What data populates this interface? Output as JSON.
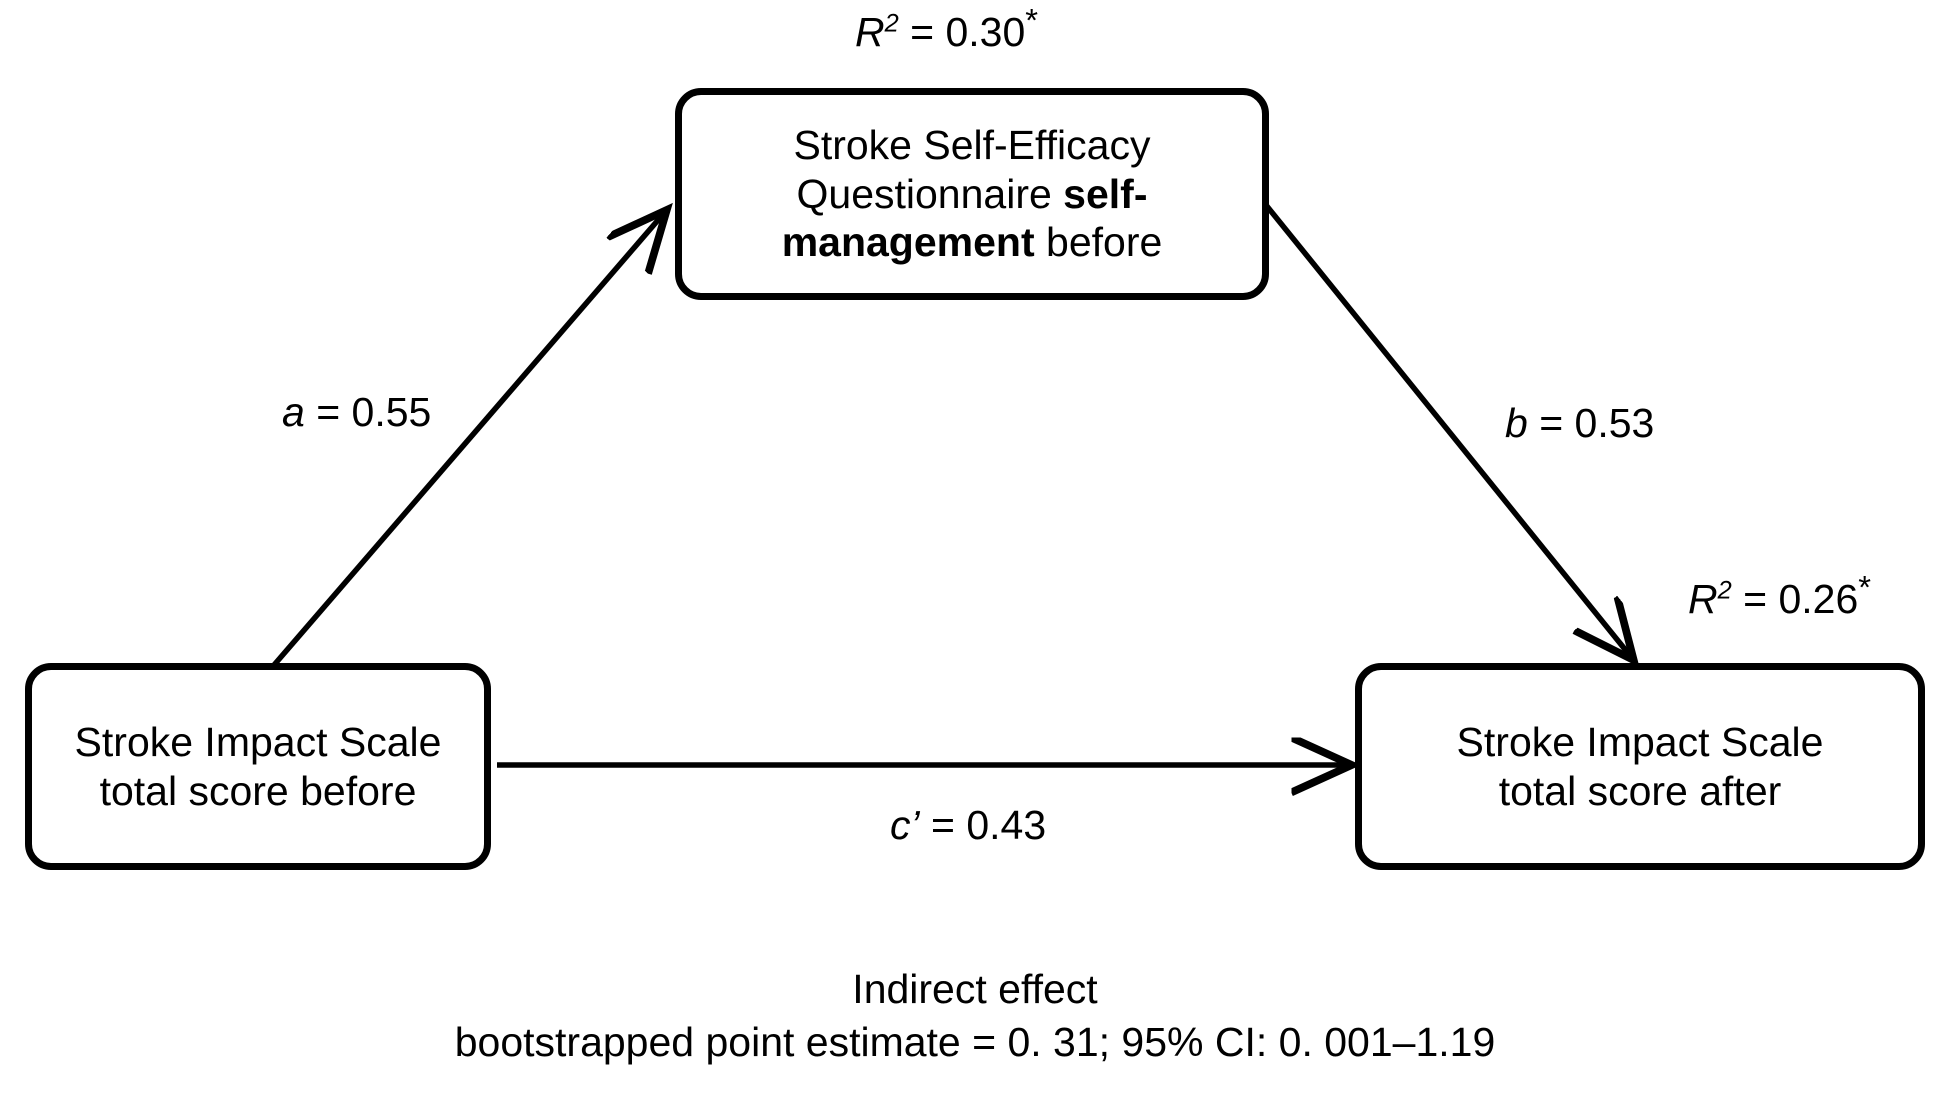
{
  "diagram": {
    "type": "mediation-path-diagram",
    "nodes": {
      "mediator": {
        "line1": "Stroke Self-Efficacy",
        "line2_regular": "Questionnaire ",
        "line2_bold": "self-",
        "line3_bold": "management",
        "line3_regular": " before"
      },
      "predictor": {
        "line1": "Stroke Impact Scale",
        "line2": "total score before"
      },
      "outcome": {
        "line1": "Stroke Impact Scale",
        "line2": "total score after"
      }
    },
    "labels": {
      "r2_mediator": {
        "symbol": "R",
        "exponent": "2",
        "equals": " = ",
        "value": "0.30",
        "significance": "*"
      },
      "path_a": {
        "symbol": "a",
        "equals": " = ",
        "value": "0.55"
      },
      "path_b": {
        "symbol": "b",
        "equals": " = ",
        "value": "0.53"
      },
      "r2_outcome": {
        "symbol": "R",
        "exponent": "2",
        "equals": " = ",
        "value": "0.26",
        "significance": "*"
      },
      "path_c_prime": {
        "symbol": "c’",
        "equals": " = ",
        "value": "0.43"
      }
    },
    "caption": {
      "line1": "Indirect effect",
      "line2": "bootstrapped point estimate = 0. 31; 95% CI: 0. 001–1.19"
    },
    "colors": {
      "stroke": "#000000",
      "background": "#ffffff",
      "text": "#000000"
    }
  },
  "chart_data": {
    "type": "diagram",
    "title": "Mediation model: Stroke Self-Efficacy as mediator",
    "nodes": [
      {
        "id": "predictor",
        "label": "Stroke Impact Scale total score before",
        "role": "independent variable"
      },
      {
        "id": "mediator",
        "label": "Stroke Self-Efficacy Questionnaire self-management before",
        "role": "mediator"
      },
      {
        "id": "outcome",
        "label": "Stroke Impact Scale total score after",
        "role": "dependent variable"
      }
    ],
    "paths": [
      {
        "name": "a",
        "from": "predictor",
        "to": "mediator",
        "coefficient": 0.55
      },
      {
        "name": "b",
        "from": "mediator",
        "to": "outcome",
        "coefficient": 0.53
      },
      {
        "name": "c'",
        "from": "predictor",
        "to": "outcome",
        "coefficient": 0.43
      }
    ],
    "model_fit": [
      {
        "target": "mediator",
        "r_squared": 0.3,
        "significant": true
      },
      {
        "target": "outcome",
        "r_squared": 0.26,
        "significant": true
      }
    ],
    "indirect_effect": {
      "label": "Indirect effect",
      "method": "bootstrapped point estimate",
      "point_estimate": 0.31,
      "ci_level": "95%",
      "ci_lower": 0.001,
      "ci_upper": 1.19
    }
  }
}
